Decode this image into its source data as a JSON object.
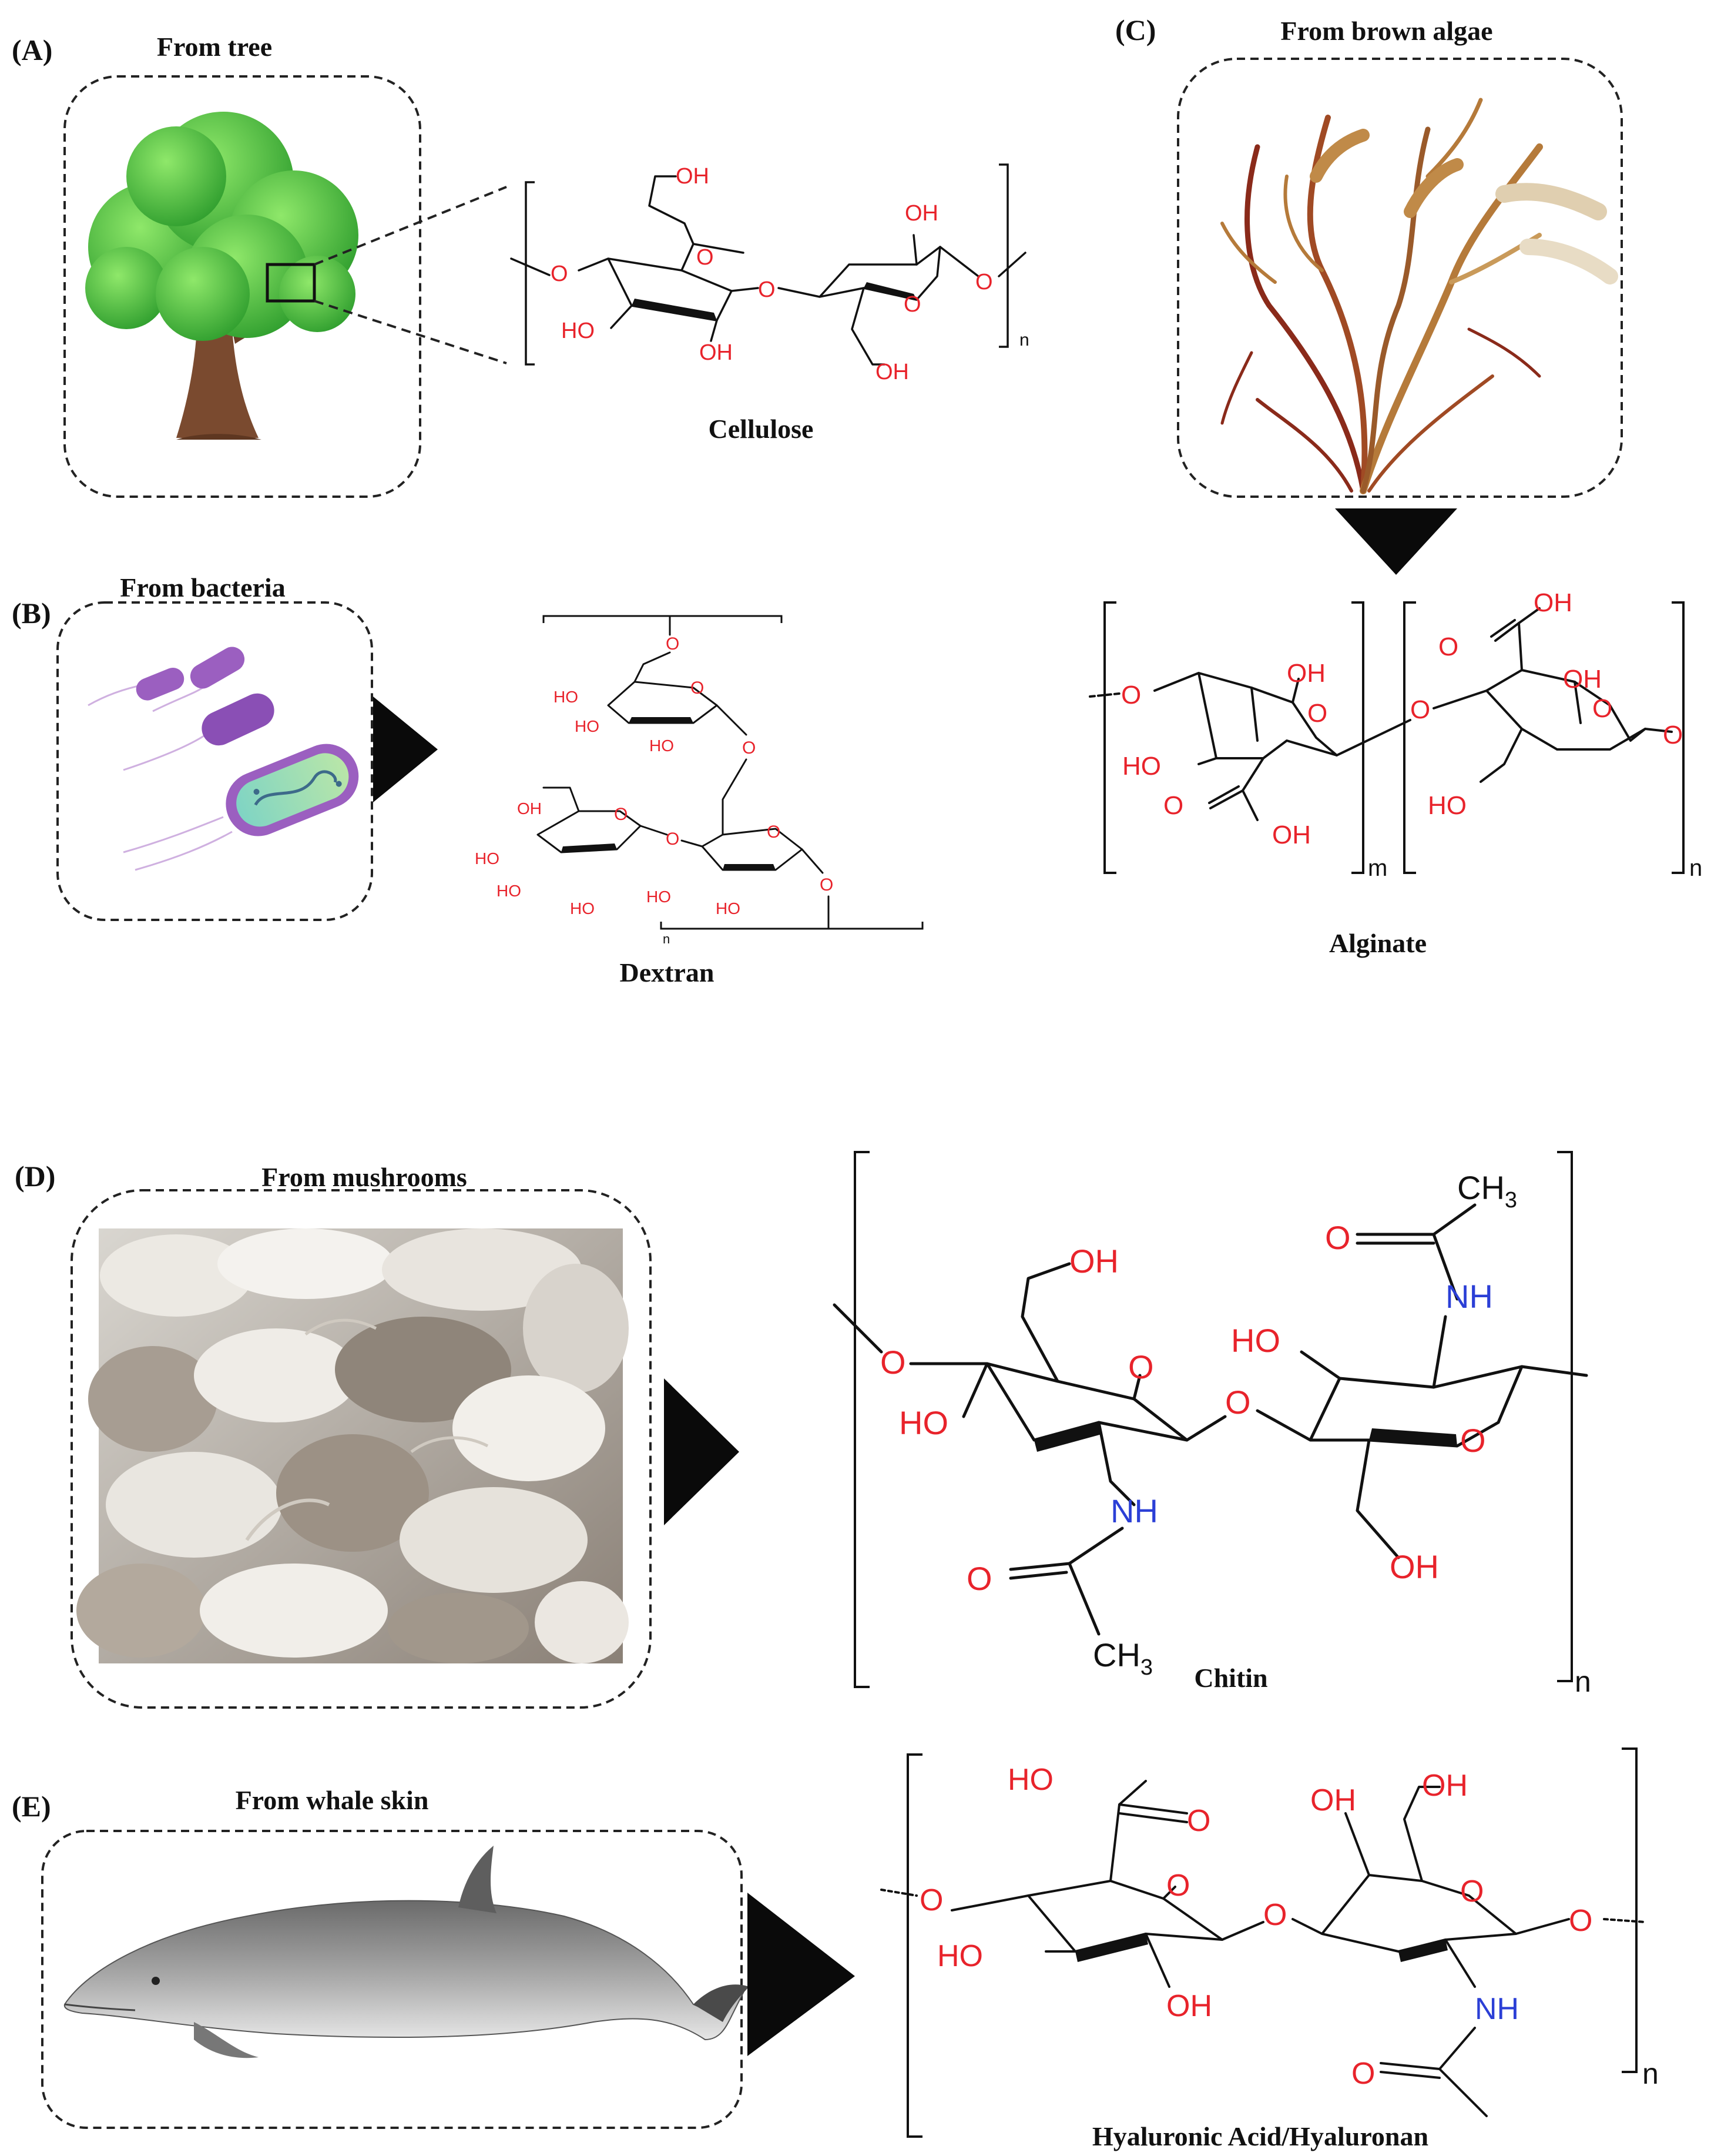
{
  "panels": {
    "a": {
      "letter": "(A)",
      "source": "From tree",
      "compound": "Cellulose"
    },
    "b": {
      "letter": "(B)",
      "source": "From bacteria",
      "compound": "Dextran"
    },
    "c": {
      "letter": "(C)",
      "source": "From brown algae",
      "compound": "Alginate"
    },
    "d": {
      "letter": "(D)",
      "source": "From mushrooms",
      "compound": "Chitin"
    },
    "e": {
      "letter": "(E)",
      "source": "From whale skin",
      "compound": "Hyaluronic Acid/Hyaluronan"
    }
  },
  "atoms": {
    "hydroxyl": "OH",
    "hydroxyl_left": "HO",
    "oxygen": "O",
    "amine": "NH",
    "methyl": "CH",
    "methyl_subscript": "3",
    "repeat_n": "n",
    "repeat_m": "m"
  },
  "colors": {
    "oxygen": "#e8232b",
    "nitrogen": "#2b3fd6",
    "bond": "#111111",
    "tree_leaf": "#3fc63a",
    "tree_trunk": "#7a4a2f",
    "bacteria": "#9b5fc0",
    "algae": "#b57a3a"
  },
  "icons": [
    "tree-illustration",
    "bacteria-illustration",
    "brown-algae-illustration",
    "mushrooms-photo",
    "whale-illustration",
    "arrow-triangle-icon"
  ]
}
